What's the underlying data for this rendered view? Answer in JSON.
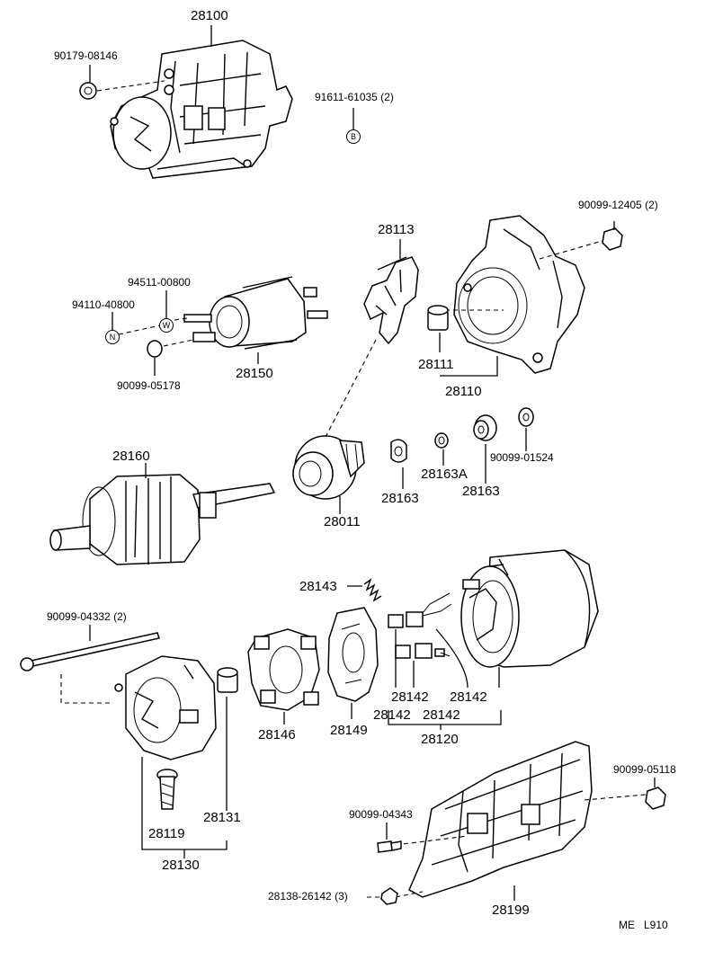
{
  "diagram": {
    "parts": [
      {
        "id": "p28100",
        "label": "28100"
      },
      {
        "id": "p90179",
        "label": "90179-08146"
      },
      {
        "id": "p91611",
        "label": "91611-61035 (2)"
      },
      {
        "id": "p90099_12405",
        "label": "90099-12405 (2)"
      },
      {
        "id": "p28113",
        "label": "28113"
      },
      {
        "id": "p94511",
        "label": "94511-00800"
      },
      {
        "id": "p94110",
        "label": "94110-40800"
      },
      {
        "id": "p90099_05178",
        "label": "90099-05178"
      },
      {
        "id": "p28150",
        "label": "28150"
      },
      {
        "id": "p28111",
        "label": "28111"
      },
      {
        "id": "p28110",
        "label": "28110"
      },
      {
        "id": "p28160",
        "label": "28160"
      },
      {
        "id": "p28011",
        "label": "28011"
      },
      {
        "id": "p28163_a",
        "label": "28163"
      },
      {
        "id": "p28163A",
        "label": "28163A"
      },
      {
        "id": "p28163_b",
        "label": "28163"
      },
      {
        "id": "p90099_01524",
        "label": "90099-01524"
      },
      {
        "id": "p28143",
        "label": "28143"
      },
      {
        "id": "p90099_04332",
        "label": "90099-04332 (2)"
      },
      {
        "id": "p28146",
        "label": "28146"
      },
      {
        "id": "p28149",
        "label": "28149"
      },
      {
        "id": "p28142_a",
        "label": "28142"
      },
      {
        "id": "p28142_b",
        "label": "28142"
      },
      {
        "id": "p28142_c",
        "label": "28142"
      },
      {
        "id": "p28142_d",
        "label": "28142"
      },
      {
        "id": "p28120",
        "label": "28120"
      },
      {
        "id": "p90099_05118",
        "label": "90099-05118"
      },
      {
        "id": "p90099_04343",
        "label": "90099-04343"
      },
      {
        "id": "p28119",
        "label": "28119"
      },
      {
        "id": "p28131",
        "label": "28131"
      },
      {
        "id": "p28130",
        "label": "28130"
      },
      {
        "id": "p28138",
        "label": "28138-26142 (3)"
      },
      {
        "id": "p28199",
        "label": "28199"
      }
    ],
    "badges": {
      "b": "B",
      "w": "W",
      "n": "N"
    },
    "footer": {
      "code": "ME   L910"
    }
  }
}
